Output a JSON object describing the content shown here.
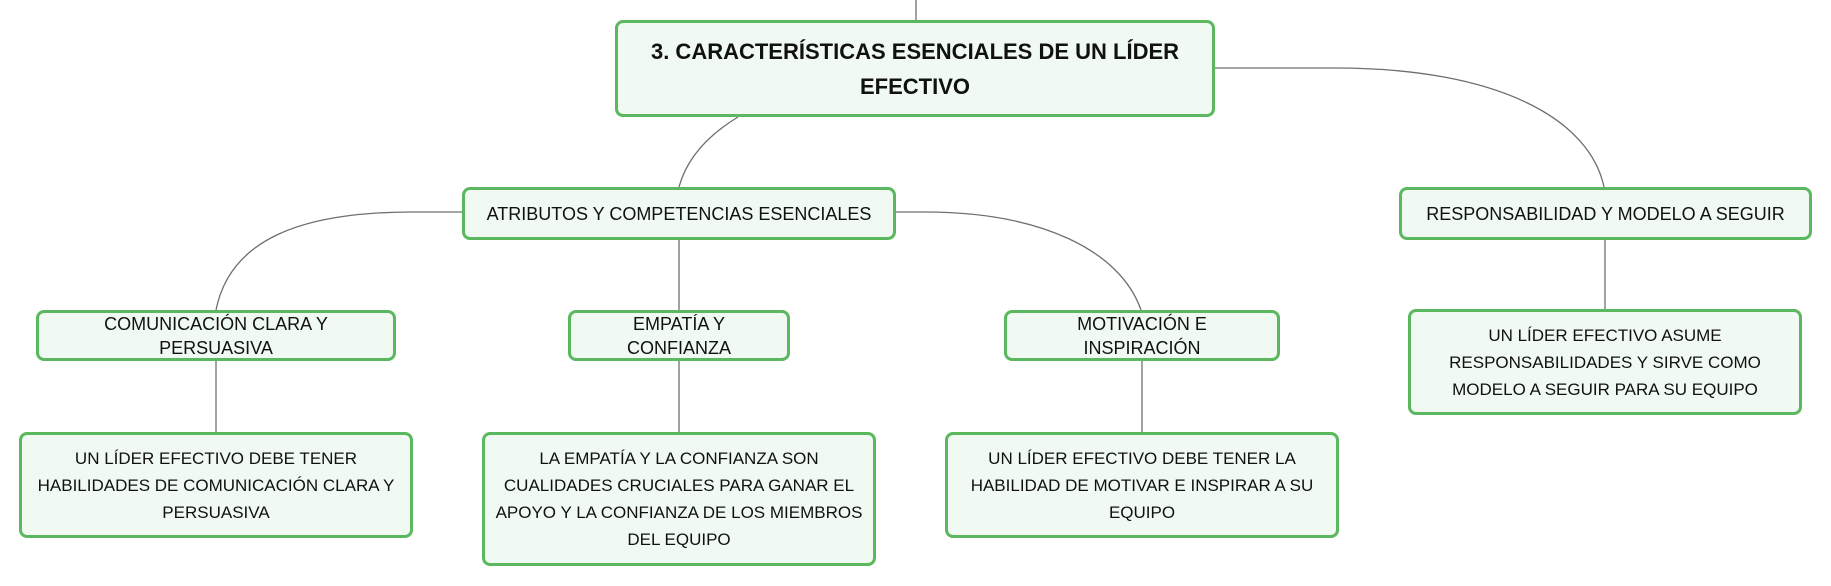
{
  "diagram": {
    "root": {
      "label": "3. CARACTERÍSTICAS ESENCIALES DE UN LÍDER EFECTIVO"
    },
    "branches": [
      {
        "label": "ATRIBUTOS Y COMPETENCIAS ESENCIALES",
        "children": [
          {
            "label": "COMUNICACIÓN CLARA Y PERSUASIVA",
            "detail": "UN LÍDER EFECTIVO DEBE TENER HABILIDADES DE COMUNICACIÓN CLARA Y PERSUASIVA"
          },
          {
            "label": "EMPATÍA Y CONFIANZA",
            "detail": "LA EMPATÍA Y LA CONFIANZA SON CUALIDADES CRUCIALES PARA GANAR EL APOYO Y LA CONFIANZA DE LOS MIEMBROS DEL EQUIPO"
          },
          {
            "label": "MOTIVACIÓN E INSPIRACIÓN",
            "detail": "UN LÍDER EFECTIVO DEBE TENER LA HABILIDAD DE MOTIVAR E INSPIRAR A SU EQUIPO"
          }
        ]
      },
      {
        "label": "RESPONSABILIDAD Y MODELO A SEGUIR",
        "detail": "UN LÍDER EFECTIVO ASUME RESPONSABILIDADES Y SIRVE COMO MODELO A SEGUIR PARA SU EQUIPO"
      }
    ]
  }
}
